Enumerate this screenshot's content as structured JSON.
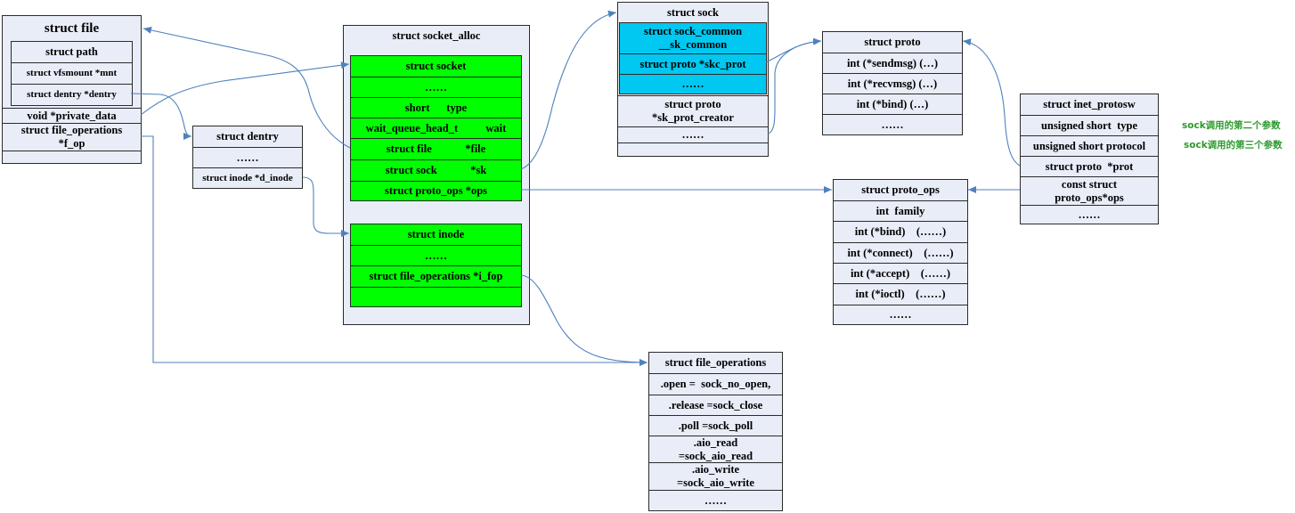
{
  "file": {
    "title": "struct file",
    "path_title": "struct path",
    "path_rows": [
      "struct vfsmount *mnt",
      "struct dentry *dentry"
    ],
    "rows": [
      "void *private_data",
      "struct file_operations\n*f_op"
    ]
  },
  "dentry": {
    "title": "struct dentry",
    "rows": [
      "……",
      "struct inode *d_inode"
    ]
  },
  "socket_alloc": {
    "title": "struct socket_alloc",
    "socket": {
      "title": "struct socket",
      "rows": [
        "……",
        "short      type",
        "wait_queue_head_t          wait",
        "struct file            *file",
        "struct sock            *sk",
        "struct proto_ops *ops"
      ]
    },
    "inode": {
      "title": "struct inode",
      "rows": [
        "……",
        "struct file_operations *i_fop"
      ]
    }
  },
  "sock": {
    "title": "struct sock",
    "sk_common_rows": [
      "struct sock_common\n__sk_common",
      "struct proto *skc_prot",
      "……"
    ],
    "rows": [
      "struct proto\n*sk_prot_creator",
      "……"
    ]
  },
  "proto": {
    "title": "struct proto",
    "rows": [
      "int (*sendmsg) (…)",
      "int (*recvmsg) (…)",
      "int (*bind) (…)",
      "……"
    ]
  },
  "inet_protosw": {
    "title": "struct inet_protosw",
    "rows": [
      "unsigned short  type",
      "unsigned short protocol",
      "struct proto  *prot",
      "const struct\nproto_ops*ops",
      "……"
    ]
  },
  "annotations": [
    "sock调用的第二个参数",
    "sock调用的第三个参数"
  ],
  "proto_ops": {
    "title": "struct proto_ops",
    "rows": [
      "int  family",
      "int (*bind)    (……)",
      "int (*connect)    (……)",
      "int (*accept)    (……)",
      "int (*ioctl)    (……)",
      "……"
    ]
  },
  "file_operations": {
    "title": "struct file_operations",
    "rows": [
      ".open =  sock_no_open,",
      ".release =sock_close",
      ".poll =sock_poll",
      ".aio_read\n=sock_aio_read",
      ".aio_write\n=sock_aio_write",
      "……"
    ]
  },
  "colors": {
    "box_fill": "#E8EDF7",
    "socket_fill": "#00FF00",
    "sock_common_fill": "#00C8F0",
    "arrow": "#4F81BD",
    "annotation": "#2E9A2E"
  }
}
